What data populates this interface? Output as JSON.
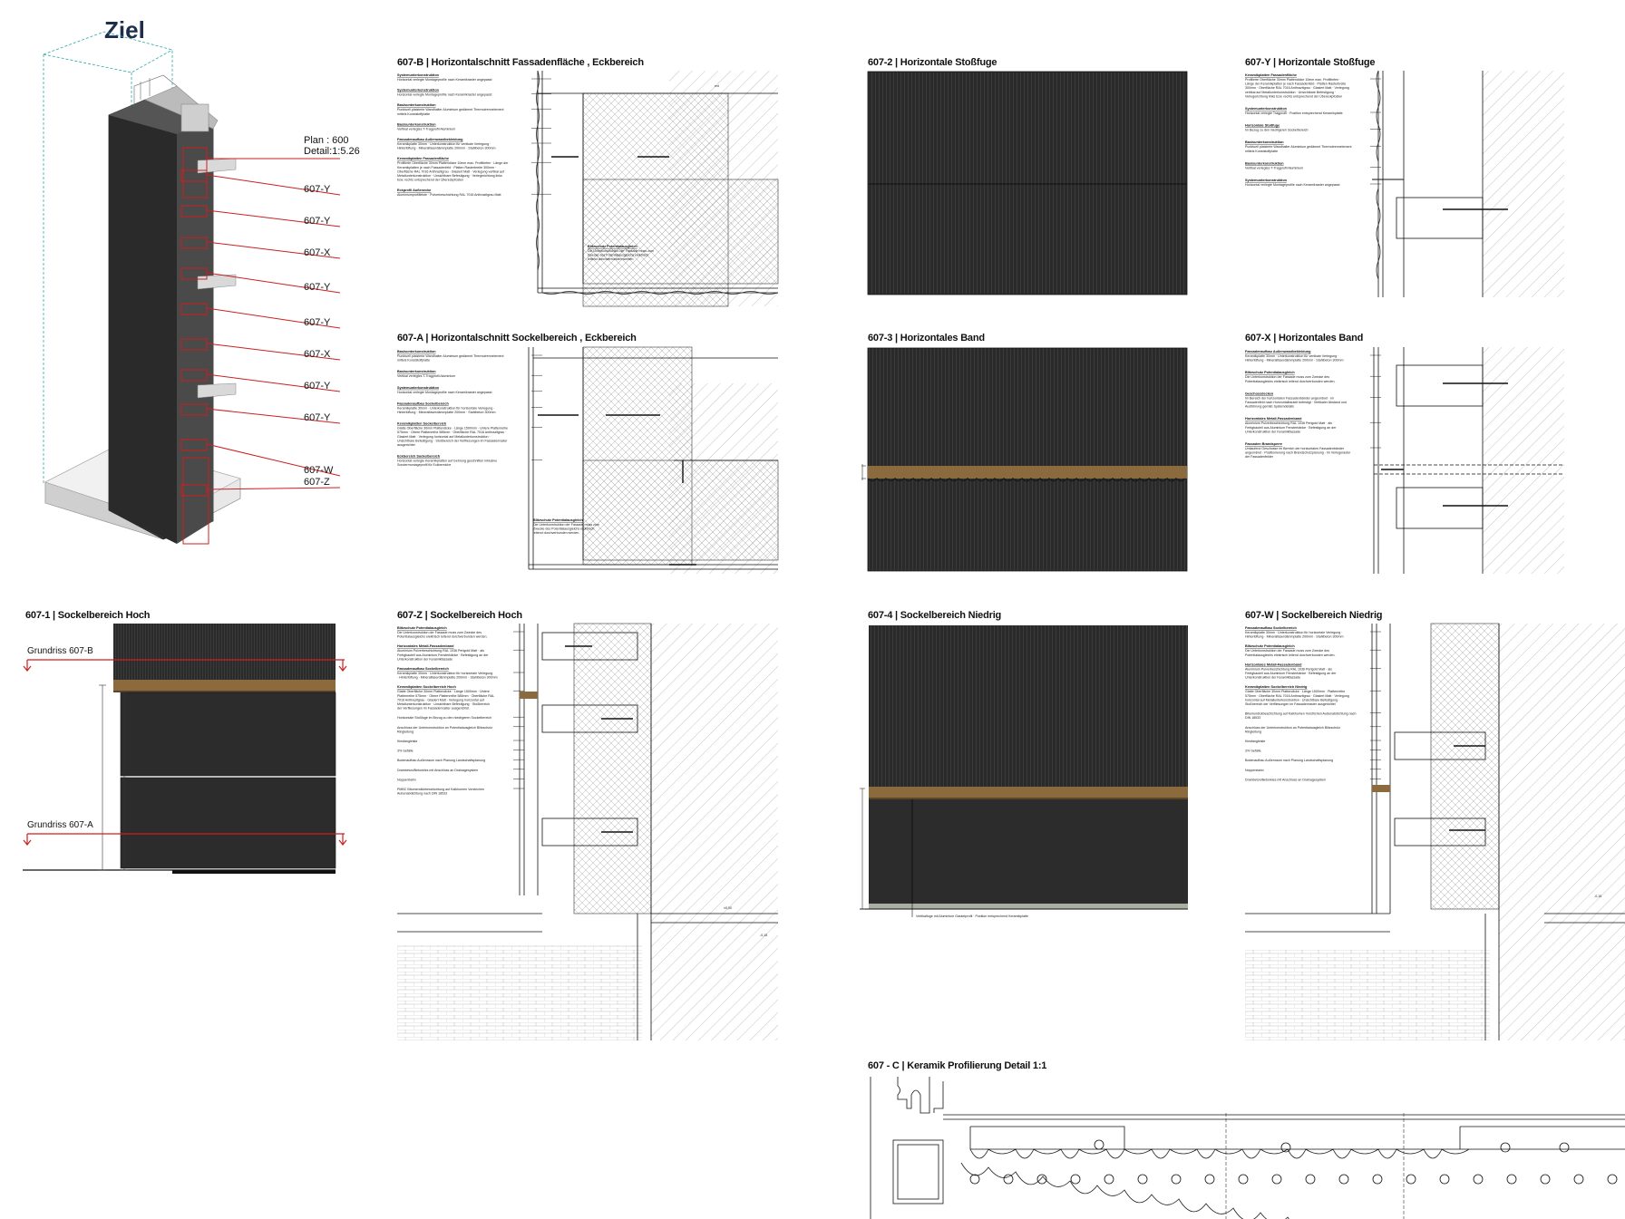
{
  "header": {
    "title": "Ziel"
  },
  "overview": {
    "plan_label": "Plan : 600",
    "detail_label": "Detail:1:5.26",
    "callouts": [
      "607-Y",
      "607-Y",
      "607-X",
      "607-Y",
      "607-Y",
      "607-X",
      "607-Y",
      "607-Y",
      "607-W",
      "607-Z"
    ]
  },
  "panels": {
    "p607_1": {
      "title": "607-1 | Sockelbereich Hoch",
      "grundriss_b": "Grundriss 607-B",
      "grundriss_a": "Grundriss 607-A"
    },
    "p607_B": {
      "title": "607-B | Horizontalschnitt Fassadenfläche , Eckbereich",
      "notes": [
        {
          "h": "Systemunterkonstruktion",
          "t": "Horizontal verlegte Montageprofile nach Keramikraster angepasst"
        },
        {
          "h": "Systemunterkonstruktion",
          "t": "Horizontal verlegte Montageprofile nach Keramikraster angepasst"
        },
        {
          "h": "Basisunterkonstruktion",
          "t": "Punktuell platzierte Wandhalter Aluminium gedämmt Thermotrennelement mittels Kunststoffplatte"
        },
        {
          "h": "Basisunterkonstruktion",
          "t": "Vertikal verlegtes T-Tragprofil Aluminium"
        },
        {
          "h": "Fassadenaufbau Außenwandbekleidung",
          "t": "Keramikplatte 30mm · Unterkonstruktion für vertikale Verlegung · Hinterlüftung · Mineralfaserdämmplatte 200mm · Stahlbeton 300mm"
        },
        {
          "h": "Keramikplatten Fassadenfläche",
          "t": "Profilierte Oberfläche 30mm Plattendicke 10mm max. Profiltiefen · Länge der Keramikplatten je nach Fassadenfeld · Platten Rasterbreite 300mm · Oberfläche RAL 7016 Anthrazitgrau · Glasiert Matt · Verlegung vertikal auf Metallunterkonstruktion · Unsichtbare Befestigung · Verlegerichtung links bzw. rechts entsprechend der Übereckpfosten"
        },
        {
          "h": "Eckprofil Außenecke",
          "t": "Aluminiumprofilleiste · Pulverbeschichtung RAL 7016 Anthrazitgrau Matt"
        }
      ],
      "callout": {
        "h": "Blitzschutz Potentialausgleich",
        "t": "Die Unterkonstruktion der Fassade muss zum Zwecke des Potentialausgleichs elektrisch leitend durchverbunden werden."
      }
    },
    "p607_2": {
      "title": "607-2 | Horizontale Stoßfuge"
    },
    "p607_Y": {
      "title": "607-Y | Horizontale Stoßfuge",
      "notes": [
        {
          "h": "Keramikplatten Fassadenfläche",
          "t": "Profilierte Oberfläche 30mm Plattendicke 10mm max. Profiltiefen · Länge der Keramikplatten je nach Fassadenfeld · Platten Rasterbreite 300mm · Oberfläche RAL 7016 Anthrazitgrau · Glasiert Matt · Verlegung vertikal auf Metallunterkonstruktion · Unsichtbare Befestigung · Verlegerichtung links bzw. rechts entsprechend der Übereckpfosten"
        },
        {
          "h": "Systemunterkonstruktion",
          "t": "Horizontal verlegte Tragprofil · Position entsprechend Keramikplatte"
        },
        {
          "h": "Horizontale Stoßfuge",
          "t": "Im Bezug zu den niedrigeren Sockelbereich"
        },
        {
          "h": "Basisunterkonstruktion",
          "t": "Punktuell platzierte Wandhalter Aluminium gedämmt Thermotrennelement mittels Kunststoffplatte"
        },
        {
          "h": "Basisunterkonstruktion",
          "t": "Vertikal verlegtes T-Tragprofil Aluminium"
        },
        {
          "h": "Systemunterkonstruktion",
          "t": "Horizontal verlegte Montageprofile nach Keramikraster angepasst"
        }
      ]
    },
    "p607_A": {
      "title": "607-A | Horizontalschnitt Sockelbereich , Eckbereich",
      "notes": [
        {
          "h": "Basisunterkonstruktion",
          "t": "Punktuell platzierte Wandhalter Aluminium gedämmt Thermotrennelement mittels Kunststoffplatte"
        },
        {
          "h": "Basisunterkonstruktion",
          "t": "Vertikal verlegtes T-Tragprofil Aluminium"
        },
        {
          "h": "Systemunterkonstruktion",
          "t": "Horizontal verlegte Montageprofile nach Keramikraster angepasst"
        },
        {
          "h": "Fassadenaufbau Sockelbereich",
          "t": "Keramikplatte 30mm · Unterkonstruktion für horizontale Verlegung · Hinterlüftung · Mineralfaserdämmplatte 200mm · Stahlbeton 300mm"
        },
        {
          "h": "Keramikplatten Sockelbereich",
          "t": "Glatte Oberfläche 30mm Plattendicke · Länge 1500mm · Untere Plattenreihe 575mm · Obere Plattenreihe 585mm · Oberfläche RAL 7016 Anthrazitgrau · Glasiert Matt · Verlegung horizontal auf Metallunterkonstruktion · Unsichtbare Befestigung · Stoßbereich der Verfliesungen im Fassadenraster ausgerichtet"
        },
        {
          "h": "Eckbereich Sockelbereich",
          "t": "Horizontal verlegte Keramikplatten auf Gehrung geschnitten inklusive Sondermontageprofil für Eckbereiche"
        }
      ],
      "callout": {
        "h": "Blitzschutz Potentialausgleich",
        "t": "Die Unterkonstruktion der Fassade muss zum Zwecke des Potentialausgleichs elektrisch leitend durchverbunden werden."
      }
    },
    "p607_3": {
      "title": "607-3 | Horizontales Band"
    },
    "p607_X": {
      "title": "607-X | Horizontales Band",
      "notes": [
        {
          "h": "Fassadenaufbau Außenwandbekleidung",
          "t": "Keramikplatte 30mm · Unterkonstruktion für vertikale Verlegung · Hinterlüftung · Mineralfaserdämmplatte 200mm · Stahlbeton 300mm"
        },
        {
          "h": "Blitzschutz Potentialausgleich",
          "t": "Die Unterkonstruktion der Fassade muss zum Zwecke des Potentialausgleichs elektrisch leitend durchverbunden werden."
        },
        {
          "h": "Geschossdecken",
          "t": "Im Bereich der horizontalen Fassadenbänder angeordnet · Im Fassadenfeld nach Horizontalbauteil befestigt · Vertikaler Abstand und Ausführung gemäß Systemdetails"
        },
        {
          "h": "Horizontales Metall-Fassadenband",
          "t": "Aluminium Pulverbeschichtung RAL 1036 Perlgold Matt · als Fertigbauteil aus Aluminium Fensterbänke · Befestigung an der Unterkonstruktion der Keramikfassade"
        },
        {
          "h": "Fassaden Brandsperre",
          "t": "Umlaufend Geschosse im Bereich der horizontalen Fassadenbänder angeordnet · Positionierung nach Brandschutzplanung · Im Verlegeraster der Fassadenfelder"
        }
      ]
    },
    "p607_Z": {
      "title": "607-Z | Sockelbereich Hoch",
      "notes": [
        {
          "h": "Blitzschutz Potentialausgleich",
          "t": "Die Unterkonstruktion der Fassade muss zum Zwecke des Potentialausgleichs elektrisch leitend durchverbunden werden."
        },
        {
          "h": "Horizontales Metall-Fassadenband",
          "t": "Aluminium Pulverbeschichtung RAL 1036 Perlgold Matt · als Fertigbauteil aus Aluminium Fensterbänke · Befestigung an der Unterkonstruktion der Keramikfassade"
        },
        {
          "h": "Fassadenaufbau Sockelbereich",
          "t": "Keramikplatte 30mm · Unterkonstruktion für horizontale Verlegung · Hinterlüftung · Mineralfaserdämmplatte 200mm · Stahlbeton 300mm"
        },
        {
          "h": "Keramikplatten Sockelbereich Hoch",
          "t": "Glatte Oberfläche 30mm Plattendicke · Länge 1500mm · Untere Plattenreihe 575mm · Obere Plattenreihe 585mm · Oberfläche RAL 7016 Anthrazitgrau · Glasiert Matt · Verlegung horizontal auf Metallunterkonstruktion · Unsichtbare Befestigung · Stoßbereich der Verfliesungen im Fassadenraster ausgerichtet"
        },
        {
          "h": "",
          "t": "Horizontale Stoßfuge im Bezug zu den niedrigeren Sockelbereich"
        },
        {
          "h": "",
          "t": "Anschluss der Unterkonstruktion an Potentialausgleich Blitzschutz Ringleitung"
        },
        {
          "h": "",
          "t": "Kiesfangleiste"
        },
        {
          "h": "",
          "t": "3% Gefälle"
        },
        {
          "h": "",
          "t": "Bodenaufbau Außenraum nach Planung Landschaftsplanung"
        },
        {
          "h": "",
          "t": "Drainbeton/Betonkies mit Anschluss an Drainagesystem"
        },
        {
          "h": "",
          "t": "Noppenbahn"
        },
        {
          "h": "",
          "t": "PMBC Bitumendickbeschichtung auf Kalkhumen Vorstrichen Außenabdichtung nach DIN 18533"
        }
      ],
      "levels": [
        "±0,00",
        "-0,15"
      ]
    },
    "p607_4": {
      "title": "607-4 |  Sockelbereich Niedrig",
      "note": "Vertikalfuge mit Aluminium Gasketprofil · Position entsprechend Keramikplatte"
    },
    "p607_W": {
      "title": "607-W | Sockelbereich Niedrig",
      "notes": [
        {
          "h": "Fassadenaufbau Sockelbereich",
          "t": "Keramikplatte 30mm · Unterkonstruktion für horizontale Verlegung · Hinterlüftung · Mineralfaserdämmplatte 200mm · Stahlbeton 300mm"
        },
        {
          "h": "Blitzschutz Potentialausgleich",
          "t": "Die Unterkonstruktion der Fassade muss zum Zwecke des Potentialausgleichs elektrisch leitend durchverbunden werden."
        },
        {
          "h": "Horizontales Metall-Fassadenband",
          "t": "Aluminium Pulverbeschichtung RAL 1036 Perlgold Matt · als Fertigbauteil aus Aluminium Fensterbänke · Befestigung an der Unterkonstruktion der Keramikfassade"
        },
        {
          "h": "Keramikplatten Sockelbereich Niedrig",
          "t": "Glatte Oberfläche 30mm Plattendicke · Länge 1500mm · Plattenreihe 575mm · Oberfläche RAL 7016 Anthrazitgrau · Glasiert Matt · Verlegung horizontal auf Metallunterkonstruktion · Unsichtbare Befestigung · Stoßbereich der Verfliesungen im Fassadenraster ausgerichtet"
        },
        {
          "h": "",
          "t": "Bitumendickbeschichtung auf Kalkhumen Vorstrichen Außenabdichtung nach DIN 18533"
        },
        {
          "h": "",
          "t": "Anschluss der Unterkonstruktion an Potentialausgleich Blitzschutz Ringleitung"
        },
        {
          "h": "",
          "t": "Kiesfangleiste"
        },
        {
          "h": "",
          "t": "3% Gefälle"
        },
        {
          "h": "",
          "t": "Bodenaufbau Außenraum nach Planung Landschaftsplanung"
        },
        {
          "h": "",
          "t": "Noppenbahn"
        },
        {
          "h": "",
          "t": "Drainbeton/Betonkies mit Anschluss an Drainagesystem"
        }
      ],
      "level": "-0,15"
    },
    "p607_C": {
      "title": "607 - C  | Keramik Profilierung Detail 1:1"
    }
  },
  "colors": {
    "ceramic_dark": "#2b2b2b",
    "brass_band": "#8b6a3e",
    "callout_red": "#cc1f1f",
    "ink": "#111111"
  }
}
